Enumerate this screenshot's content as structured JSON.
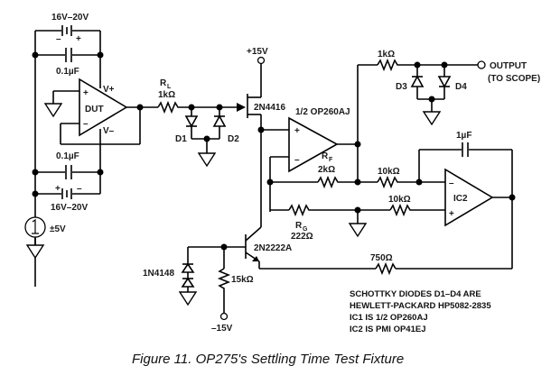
{
  "figure": {
    "caption": "Figure 11. OP275's Settling Time Test Fixture"
  },
  "supplies": {
    "battery_top": "16V–20V",
    "battery_bottom": "16V–20V",
    "cap_top": "0.1µF",
    "cap_bottom": "0.1µF",
    "pos_rail": "+15V",
    "neg_rail": "–15V",
    "signal_source": "±5V",
    "battery_minus": "–",
    "battery_plus": "+"
  },
  "dut": {
    "label": "DUT",
    "vplus": "V+",
    "vminus": "V–",
    "in_plus": "+",
    "in_minus": "–"
  },
  "components": {
    "rl_name": "R",
    "rl_sub": "L",
    "rl_value": "1kΩ",
    "d1": "D1",
    "d2": "D2",
    "d3": "D3",
    "d4": "D4",
    "jfet": "2N4416",
    "ic1": "1/2 OP260AJ",
    "ic1_plus": "+",
    "ic1_minus": "–",
    "rf_name": "R",
    "rf_sub": "F",
    "rf_value": "2kΩ",
    "rg_name": "R",
    "rg_sub": "G",
    "rg_value": "222Ω",
    "r_out": "1kΩ",
    "r_10k_a": "10kΩ",
    "r_10k_b": "10kΩ",
    "c_int": "1µF",
    "ic2": "IC2",
    "ic2_plus": "+",
    "ic2_minus": "–",
    "bjt": "2N2222A",
    "r_750": "750Ω",
    "r_15k": "15kΩ",
    "diode_1n": "1N4148"
  },
  "output": {
    "label": "OUTPUT",
    "sublabel": "(TO SCOPE)"
  },
  "notes": [
    "SCHOTTKY DIODES D1–D4 ARE",
    "HEWLETT-PACKARD HP5082-2835",
    "IC1 IS 1/2 OP260AJ",
    "IC2 IS PMI OP41EJ"
  ]
}
